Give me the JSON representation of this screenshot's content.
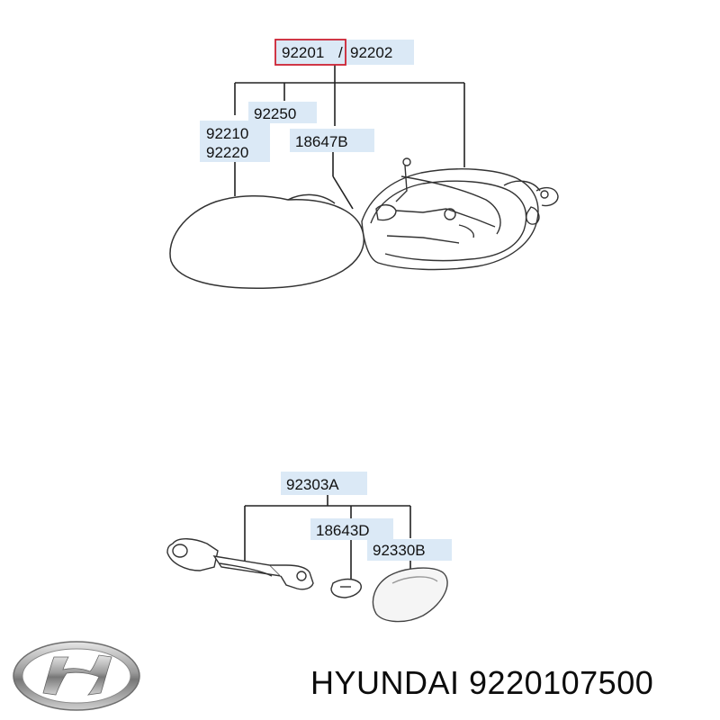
{
  "diagram": {
    "headlamp": {
      "part_main_left": "92201",
      "part_main_sep": "/",
      "part_main_right": "92202",
      "part_bulb_socket": "92250",
      "part_lens_a": "92210",
      "part_lens_b": "92220",
      "part_bulb": "18647B"
    },
    "side_marker": {
      "part_assy": "92303A",
      "part_bulb": "18643D",
      "part_lens": "92330B"
    }
  },
  "colors": {
    "label_bg": "#dbe9f6",
    "highlight_border": "#cc2233",
    "line": "#222222"
  },
  "brand": {
    "logo": "hyundai-logo",
    "caption": "HYUNDAI 9220107500"
  }
}
